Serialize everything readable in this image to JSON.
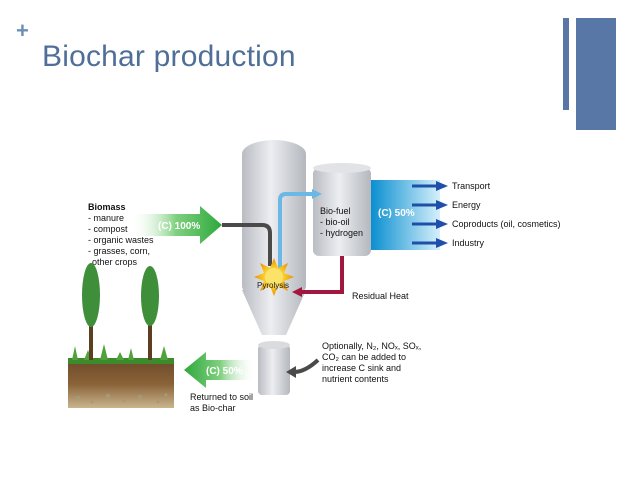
{
  "slide": {
    "title": "Biochar production"
  },
  "diagram": {
    "biomass_label": [
      "Biomass",
      "- manure",
      "- compost",
      "- organic wastes",
      "- grasses, corn,",
      "  other crops"
    ],
    "biomass_input": "(C) 100%",
    "pyrolysis": "Pyrolysis",
    "biofuel_label": [
      "Bio-fuel",
      "- bio-oil",
      "- hydrogen"
    ],
    "biofuel_output": "(C) 50%",
    "outputs": [
      "Transport",
      "Energy",
      "Coproducts (oil, cosmetics)",
      "Industry"
    ],
    "residual_heat": "Residual Heat",
    "soil_return": "(C) 50%",
    "soil_label": [
      "Returned to soil",
      "as Bio-char"
    ],
    "optional_note": [
      "Optionally, N₂, NOₓ, SOₓ,",
      "CO₂ can be added to",
      "increase C sink and",
      "nutrient contents"
    ]
  },
  "colors": {
    "title": "#4f6f98",
    "accent": "#5877a6",
    "green_arrow": "#3fb54a",
    "blue_arrow": "#1aa0d8",
    "output_arrow": "#1f4fa8",
    "heat_arrow": "#a01840"
  }
}
